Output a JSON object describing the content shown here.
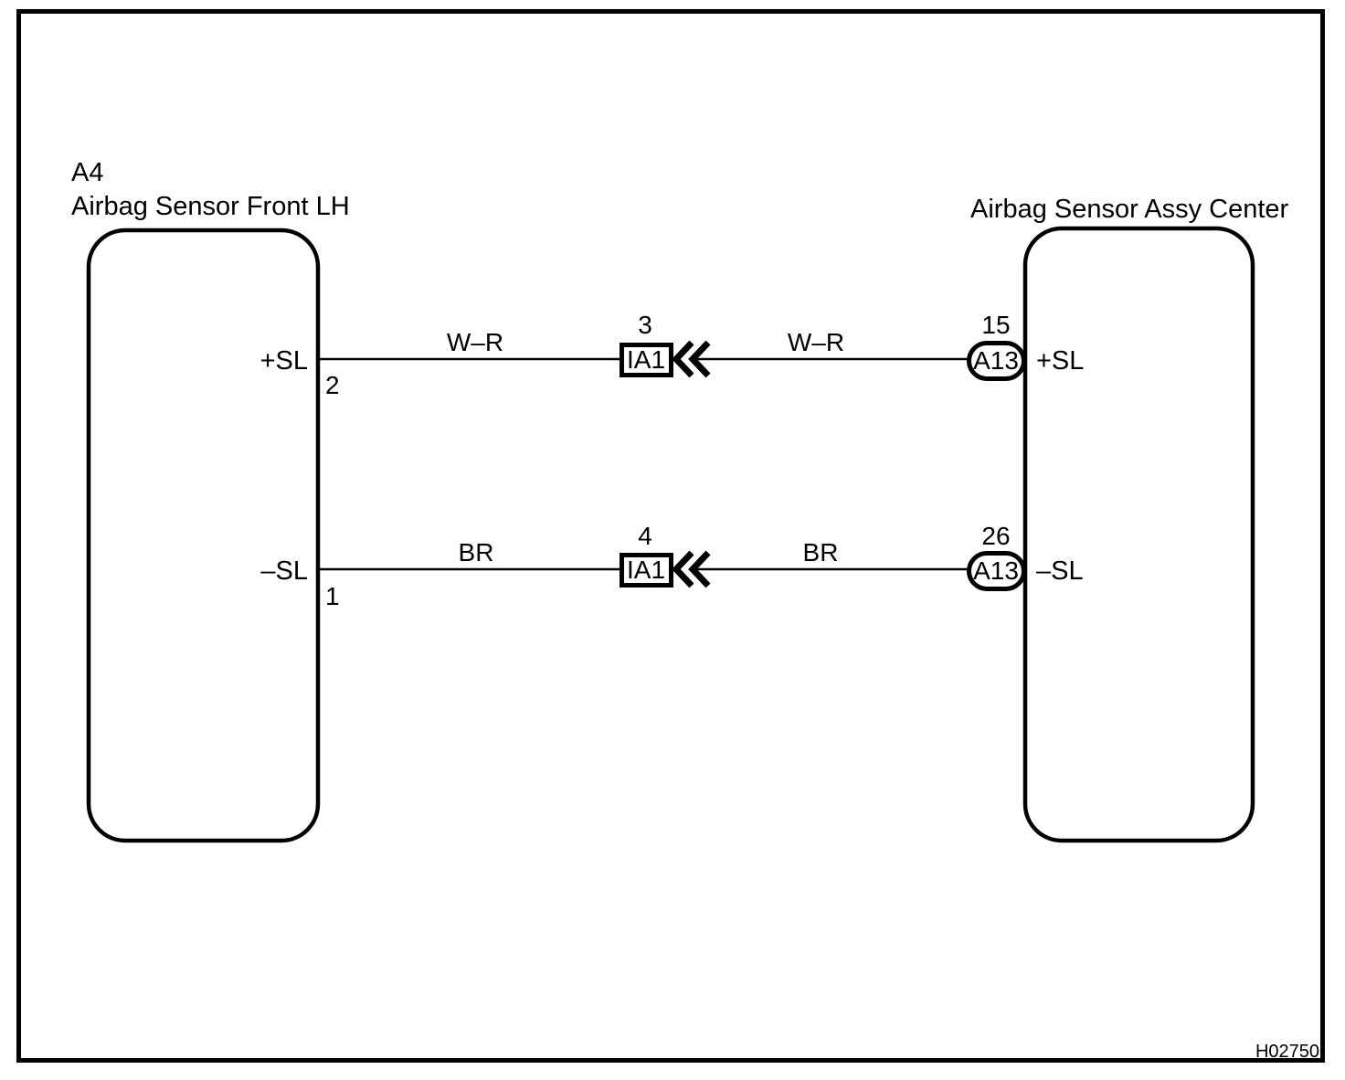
{
  "window": {
    "background_color": "#ffffff",
    "line_color": "#000000"
  },
  "diagram": {
    "figure_code": "H02750",
    "left_component": {
      "id": "A4",
      "title": "Airbag Sensor Front LH"
    },
    "right_component": {
      "title": "Airbag Sensor Assy Center"
    },
    "top_circuit": {
      "left_signal": "+SL",
      "left_pin": "2",
      "left_wire_color": "W–R",
      "junction_pin": "3",
      "junction_label": "IA1",
      "right_wire_color": "W–R",
      "right_pin": "15",
      "right_connector": "A13",
      "right_signal": "+SL"
    },
    "bottom_circuit": {
      "left_signal": "–SL",
      "left_pin": "1",
      "left_wire_color": "BR",
      "junction_pin": "4",
      "junction_label": "IA1",
      "right_wire_color": "BR",
      "right_pin": "26",
      "right_connector": "A13",
      "right_signal": "–SL"
    }
  }
}
